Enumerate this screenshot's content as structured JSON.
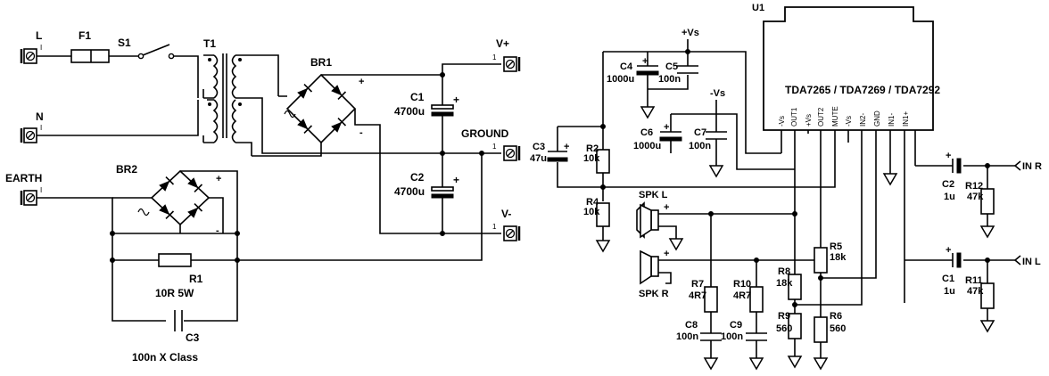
{
  "psu": {
    "labels": {
      "L": "L",
      "N": "N",
      "EARTH": "EARTH",
      "F1": "F1",
      "S1": "S1",
      "T1": "T1",
      "BR1": "BR1",
      "BR2": "BR2",
      "C1": "C1",
      "C1v": "4700u",
      "C2": "C2",
      "C2v": "4700u",
      "Vplus": "V+",
      "GROUND": "GROUND",
      "Vminus": "V-",
      "R1": "R1",
      "R1v": "10R 5W",
      "C3": "C3",
      "C3v": "100n X Class",
      "plus": "+",
      "minus": "-",
      "pin1": "1",
      "pinI": "I"
    }
  },
  "amp": {
    "labels": {
      "U1": "U1",
      "ic": "TDA7265 / TDA7269 / TDA7292",
      "pins": [
        "-Vs",
        "OUT1",
        "+Vs",
        "OUT2",
        "MUTE",
        "-Vs",
        "IN2-",
        "GND",
        "IN1-",
        "IN1+"
      ],
      "Vs_plus": "+Vs",
      "Vs_minus": "-Vs",
      "C4": "C4",
      "C4v": "1000u",
      "C5": "C5",
      "C5v": "100n",
      "C6": "C6",
      "C6v": "1000u",
      "C7": "C7",
      "C7v": "100n",
      "C3": "C3",
      "C3v": "47u",
      "R2": "R2",
      "R2v": "10k",
      "R4": "R4",
      "R4v": "10k",
      "SPKL": "SPK L",
      "SPKR": "SPK R",
      "R7": "R7",
      "R7v": "4R7",
      "R10": "R10",
      "R10v": "4R7",
      "C8": "C8",
      "C8v": "100n",
      "C9": "C9",
      "C9v": "100n",
      "R8": "R8",
      "R8v": "18k",
      "R9": "R9",
      "R9v": "560",
      "R5": "R5",
      "R5v": "18k",
      "R6": "R6",
      "R6v": "560",
      "C2": "C2",
      "C2v": "1u",
      "R12": "R12",
      "R12v": "47k",
      "C1": "C1",
      "C1v": "1u",
      "R11": "R11",
      "R11v": "47k",
      "INR": "IN R",
      "INL": "IN L",
      "plus": "+"
    }
  }
}
